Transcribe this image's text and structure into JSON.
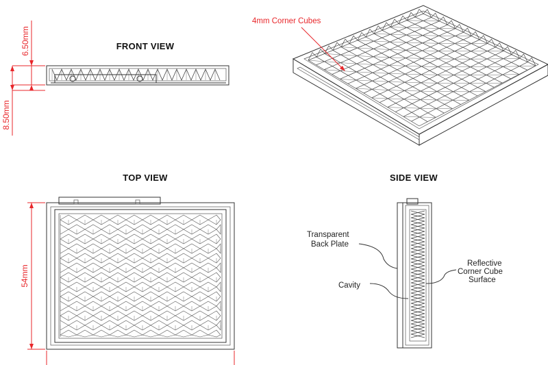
{
  "titles": {
    "front": "FRONT VIEW",
    "top": "TOP VIEW",
    "side": "SIDE VIEW"
  },
  "dimensions": {
    "front_upper": "6.50mm",
    "front_lower": "8.50mm",
    "top_height": "54mm"
  },
  "callouts": {
    "corner_cubes": "4mm Corner Cubes",
    "back_plate_1": "Transparent",
    "back_plate_2": "Back Plate",
    "cavity": "Cavity",
    "reflective_1": "Reflective",
    "reflective_2": "Corner Cube",
    "reflective_3": "Surface"
  },
  "colors": {
    "line": "#333333",
    "dimension": "#e8262a"
  }
}
